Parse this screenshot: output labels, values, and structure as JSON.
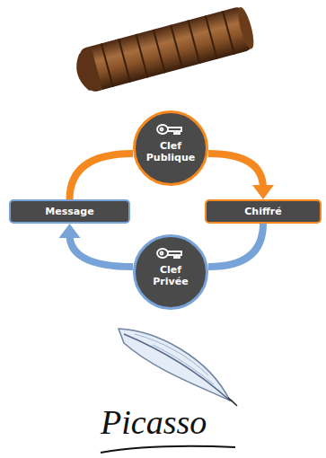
{
  "diagram": {
    "nodes": [
      {
        "text": [
          "Clef Publique"
        ]
      },
      {
        "text": [
          "Message"
        ]
      },
      {
        "text": [
          "Chiffré"
        ]
      },
      {
        "text": [
          "Clef Privée"
        ]
      }
    ],
    "edges": [
      {
        "from": 1,
        "to": 0,
        "arrow": "none"
      },
      {
        "from": 0,
        "to": 2,
        "arrow": "to"
      },
      {
        "from": 2,
        "to": 3,
        "arrow": "none"
      },
      {
        "from": 3,
        "to": 1,
        "arrow": "to"
      }
    ],
    "labels": [
      "Picasso"
    ]
  }
}
